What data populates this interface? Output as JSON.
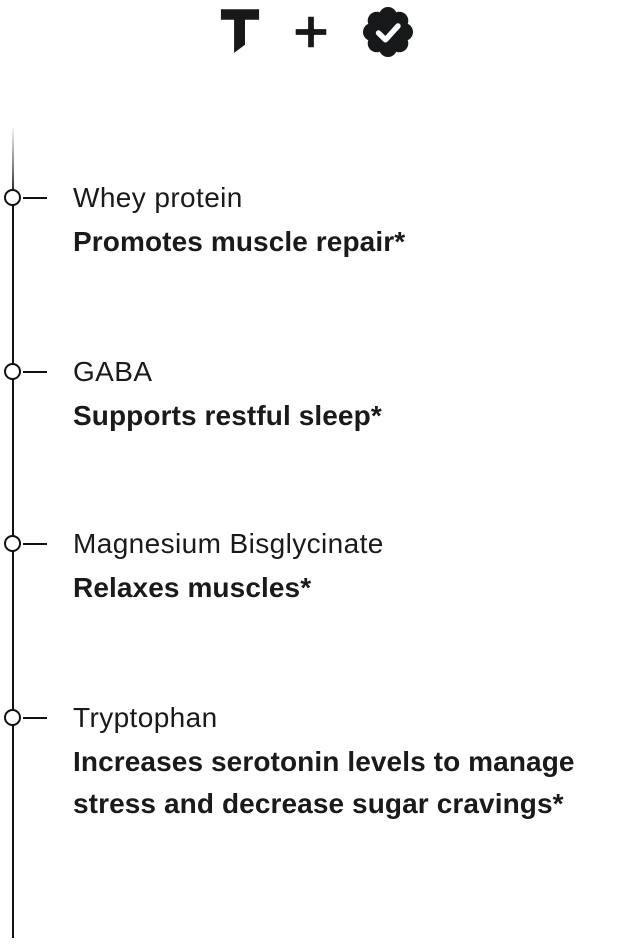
{
  "header": {
    "brand_letter": "T",
    "plus_sign": "+",
    "badge_icon": "verified-check-badge"
  },
  "colors": {
    "background": "#ffffff",
    "text": "#1a1a1b",
    "line": "#111111",
    "badge": "#16181a",
    "check": "#ffffff"
  },
  "ingredients": [
    {
      "name": "Whey protein",
      "benefit": "Promotes muscle repair*"
    },
    {
      "name": "GABA",
      "benefit": "Supports restful sleep*"
    },
    {
      "name": "Magnesium Bisglycinate",
      "benefit": "Relaxes muscles*"
    },
    {
      "name": "Tryptophan",
      "benefit": "Increases serotonin levels to manage stress and decrease sugar cravings*"
    }
  ]
}
